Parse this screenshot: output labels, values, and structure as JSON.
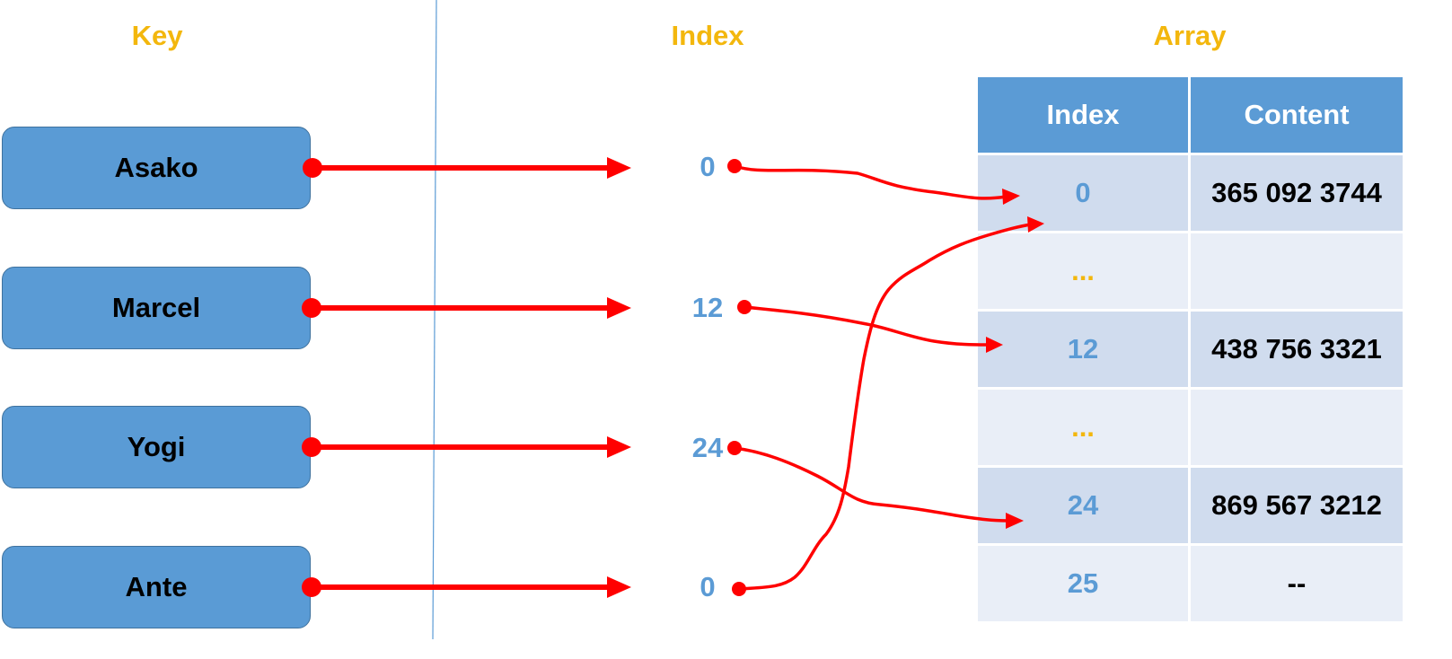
{
  "headings": {
    "key": "Key",
    "index": "Index",
    "array": "Array"
  },
  "keys": [
    "Asako",
    "Marcel",
    "Yogi",
    "Ante"
  ],
  "indexes": [
    "0",
    "12",
    "24",
    "0"
  ],
  "array": {
    "headers": {
      "index": "Index",
      "content": "Content"
    },
    "rows": [
      {
        "index": "0",
        "content": "365 092 3744"
      },
      {
        "index": "...",
        "content": ""
      },
      {
        "index": "12",
        "content": "438 756 3321"
      },
      {
        "index": "...",
        "content": ""
      },
      {
        "index": "24",
        "content": "869 567 3212"
      },
      {
        "index": "25",
        "content": "--"
      }
    ]
  },
  "colors": {
    "accent": "#f3b70d",
    "box_fill": "#5a9bd5",
    "index_text": "#5b9bd5",
    "arrow": "#ff0000",
    "row_dark": "#d0dcee",
    "row_light": "#e9eef7"
  }
}
